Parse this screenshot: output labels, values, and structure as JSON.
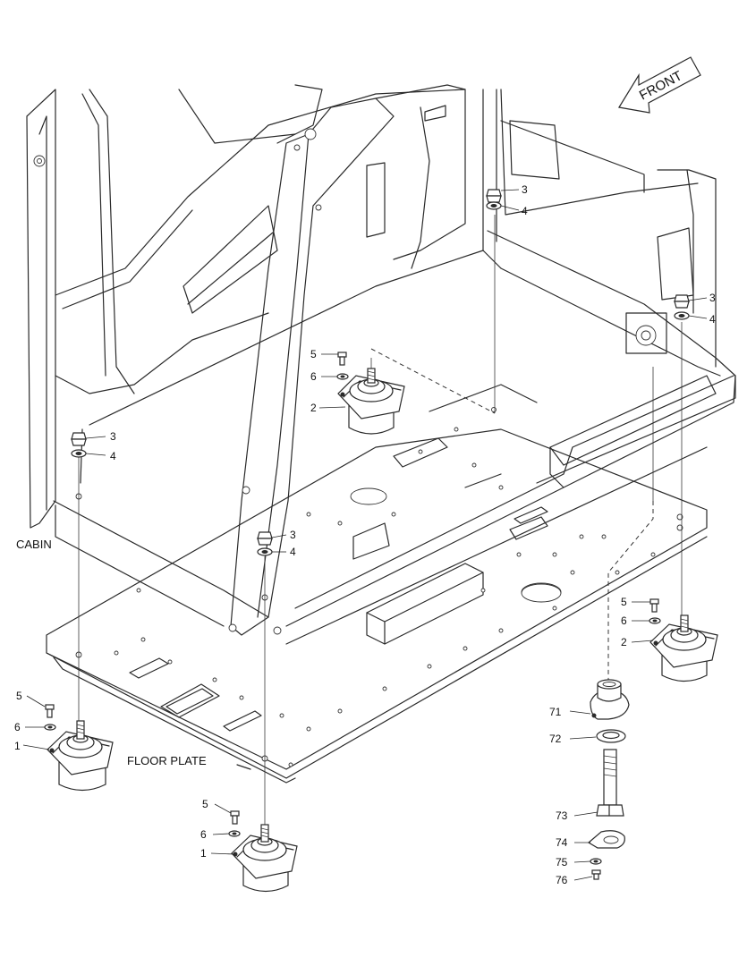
{
  "labels": {
    "cabin": "CABIN",
    "floor_plate": "FLOOR PLATE",
    "front": "FRONT"
  },
  "callouts": {
    "c3": "3",
    "c4": "4",
    "c5": "5",
    "c6": "6",
    "c1": "1",
    "c2": "2",
    "c71": "71",
    "c72": "72",
    "c73": "73",
    "c74": "74",
    "c75": "75",
    "c76": "76"
  },
  "colors": {
    "line": "#2a2a2a",
    "background": "#ffffff"
  }
}
